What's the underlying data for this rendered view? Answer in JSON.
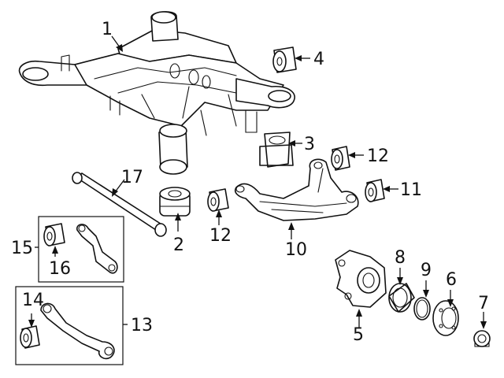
{
  "diagram": {
    "callouts": {
      "c1": "1",
      "c2": "2",
      "c3": "3",
      "c4": "4",
      "c5": "5",
      "c6": "6",
      "c7": "7",
      "c8": "8",
      "c9": "9",
      "c10": "10",
      "c11": "11",
      "c12a": "12",
      "c12b": "12",
      "c13": "13",
      "c14": "14",
      "c15": "15",
      "c16": "16",
      "c17": "17"
    },
    "colors": {
      "line": "#111111",
      "background": "#ffffff"
    }
  }
}
